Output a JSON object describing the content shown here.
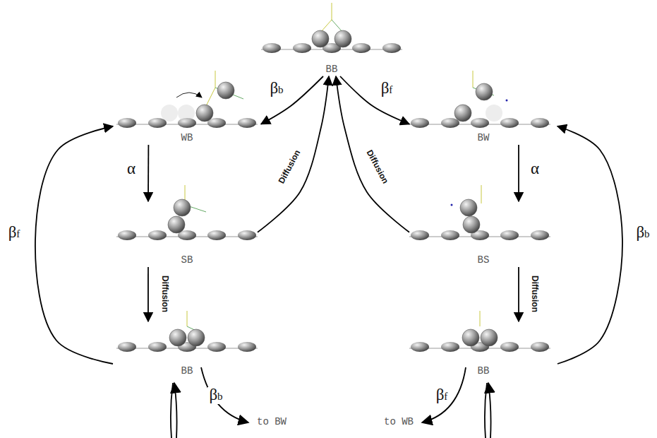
{
  "diagram": {
    "nodes": [
      {
        "text": [
          "BB"
        ]
      },
      {
        "text": [
          "WB"
        ]
      },
      {
        "text": [
          "BW"
        ]
      },
      {
        "text": [
          "SB"
        ]
      },
      {
        "text": [
          "BS"
        ]
      },
      {
        "text": [
          "BB"
        ]
      },
      {
        "text": [
          "BB"
        ]
      }
    ],
    "edges": [
      {
        "from": 0,
        "to": 1,
        "arrow": "to",
        "label": "βb"
      },
      {
        "from": 0,
        "to": 2,
        "arrow": "to",
        "label": "βf"
      },
      {
        "from": 1,
        "to": 3,
        "arrow": "to",
        "label": "α"
      },
      {
        "from": 2,
        "to": 4,
        "arrow": "to",
        "label": "α"
      },
      {
        "from": 3,
        "to": 0,
        "arrow": "to",
        "label": "Diffusion"
      },
      {
        "from": 4,
        "to": 0,
        "arrow": "to",
        "label": "Diffusion"
      },
      {
        "from": 3,
        "to": 5,
        "arrow": "to",
        "label": "Diffusion"
      },
      {
        "from": 4,
        "to": 6,
        "arrow": "to",
        "label": "Diffusion"
      },
      {
        "from": 5,
        "to": 1,
        "arrow": "to",
        "label": "βf"
      },
      {
        "from": 6,
        "to": 2,
        "arrow": "to",
        "label": "βb"
      }
    ],
    "labels": [
      "βb",
      "to BW",
      "βf",
      "to WB"
    ]
  }
}
